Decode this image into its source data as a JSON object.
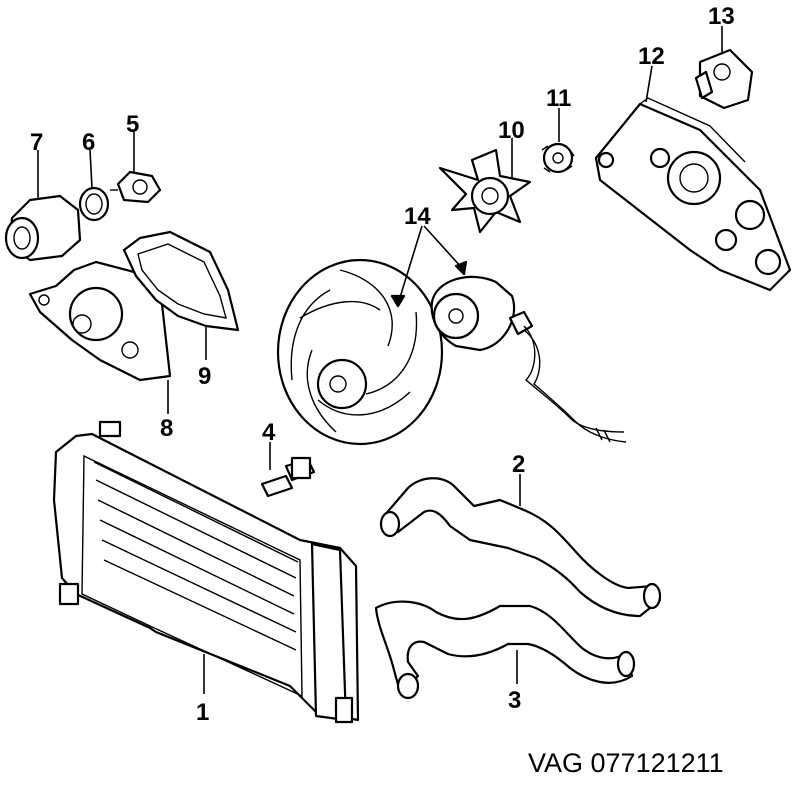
{
  "labels": {
    "l1": "1",
    "l2": "2",
    "l3": "3",
    "l4": "4",
    "l5": "5",
    "l6": "6",
    "l7": "7",
    "l8": "8",
    "l9": "9",
    "l10": "10",
    "l11": "11",
    "l12": "12",
    "l13": "13",
    "l14": "14"
  },
  "catalog_ref": "VAG 077121211"
}
